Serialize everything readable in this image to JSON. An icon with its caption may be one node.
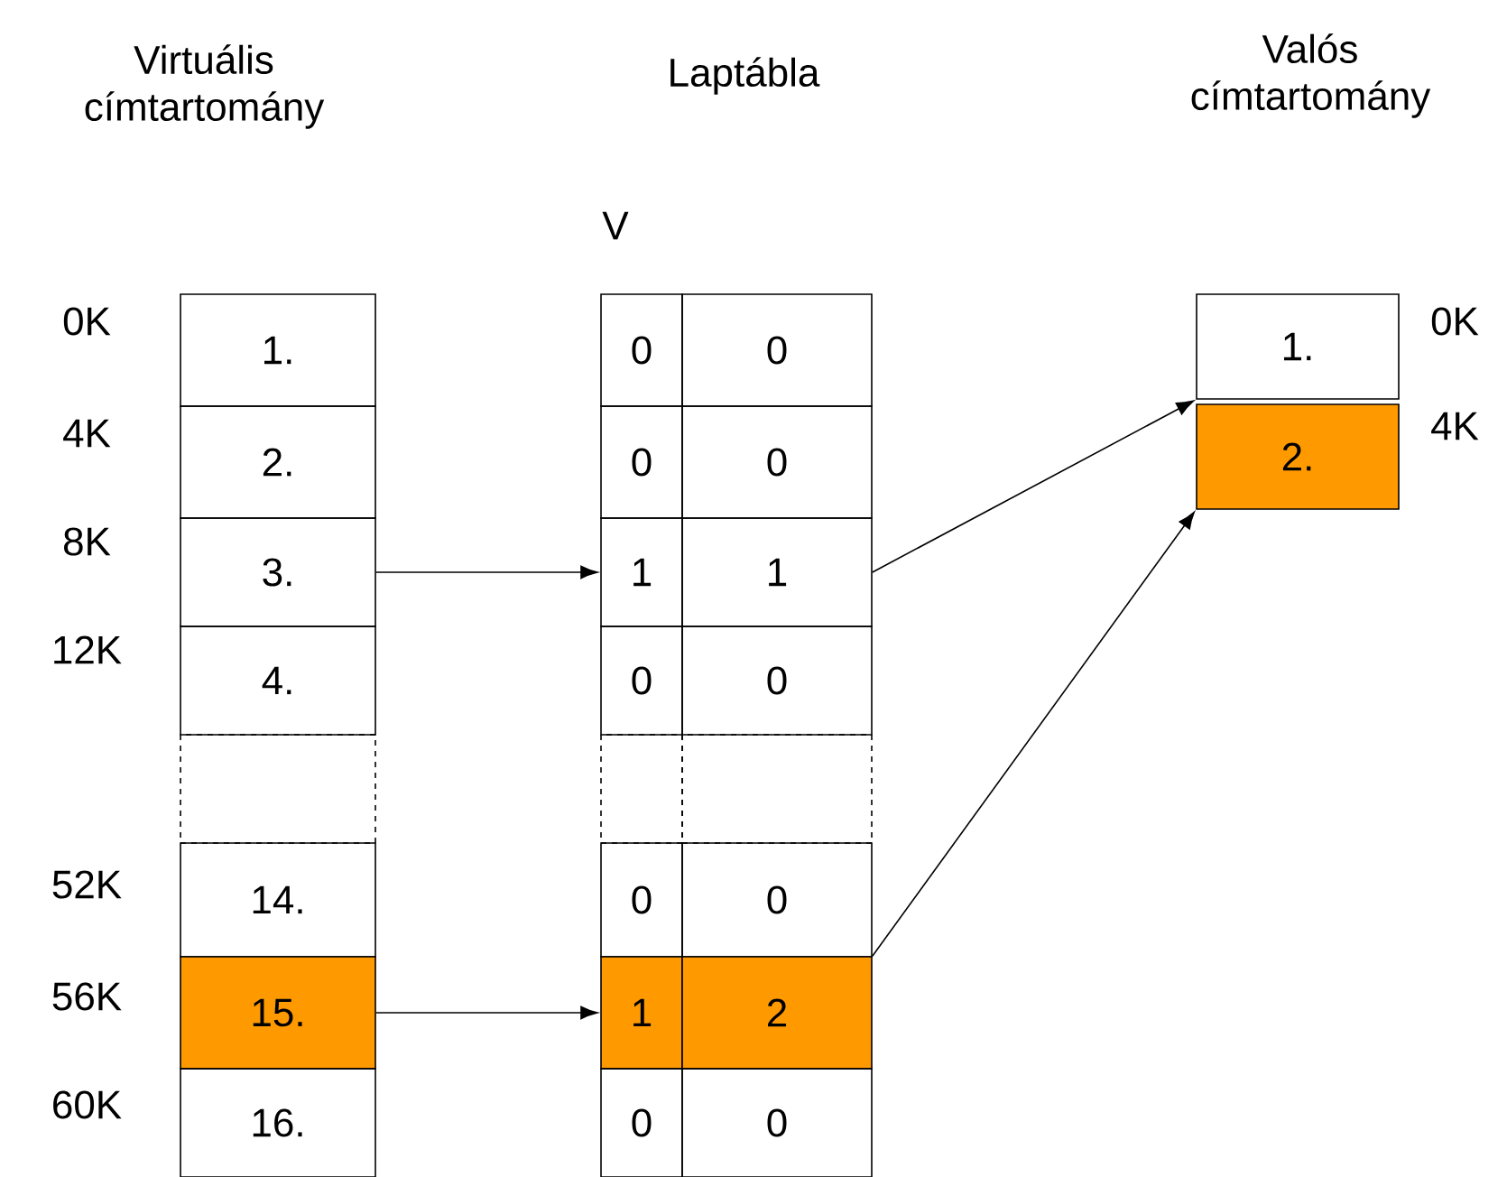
{
  "diagram": {
    "nodes": [
      {
        "text": [
          "1."
        ]
      },
      {
        "text": [
          "2."
        ]
      },
      {
        "text": [
          "3."
        ]
      },
      {
        "text": [
          "4."
        ]
      },
      {
        "text": [],
        "shape": "box"
      },
      {
        "text": [
          "14."
        ]
      },
      {
        "text": [
          "15."
        ]
      },
      {
        "text": [
          "16."
        ]
      },
      {
        "text": [
          "0"
        ]
      },
      {
        "text": [
          "0"
        ]
      },
      {
        "text": [
          "0"
        ]
      },
      {
        "text": [
          "0"
        ]
      },
      {
        "text": [
          "1"
        ]
      },
      {
        "text": [
          "1"
        ]
      },
      {
        "text": [
          "0"
        ]
      },
      {
        "text": [
          "0"
        ]
      },
      {
        "text": [],
        "shape": "box"
      },
      {
        "text": [],
        "shape": "box"
      },
      {
        "text": [
          "0"
        ]
      },
      {
        "text": [
          "0"
        ]
      },
      {
        "text": [
          "1"
        ]
      },
      {
        "text": [
          "2"
        ]
      },
      {
        "text": [
          "0"
        ]
      },
      {
        "text": [
          "0"
        ]
      },
      {
        "text": [
          "1."
        ]
      },
      {
        "text": [
          "2."
        ]
      }
    ],
    "edges": [
      {
        "from": 2,
        "to": 12,
        "arrow": "to"
      },
      {
        "from": 13,
        "to": 24,
        "arrow": "to"
      },
      {
        "from": 6,
        "to": 20,
        "arrow": "to"
      },
      {
        "from": 21,
        "to": 25,
        "arrow": "to"
      }
    ],
    "labels": [
      "Virtuális címtartomány",
      "Laptábla",
      "Valós címtartomány",
      "V",
      "0K",
      "0K",
      "4K",
      "4K",
      "8K",
      "12K",
      "52K",
      "56K",
      "60K"
    ]
  }
}
